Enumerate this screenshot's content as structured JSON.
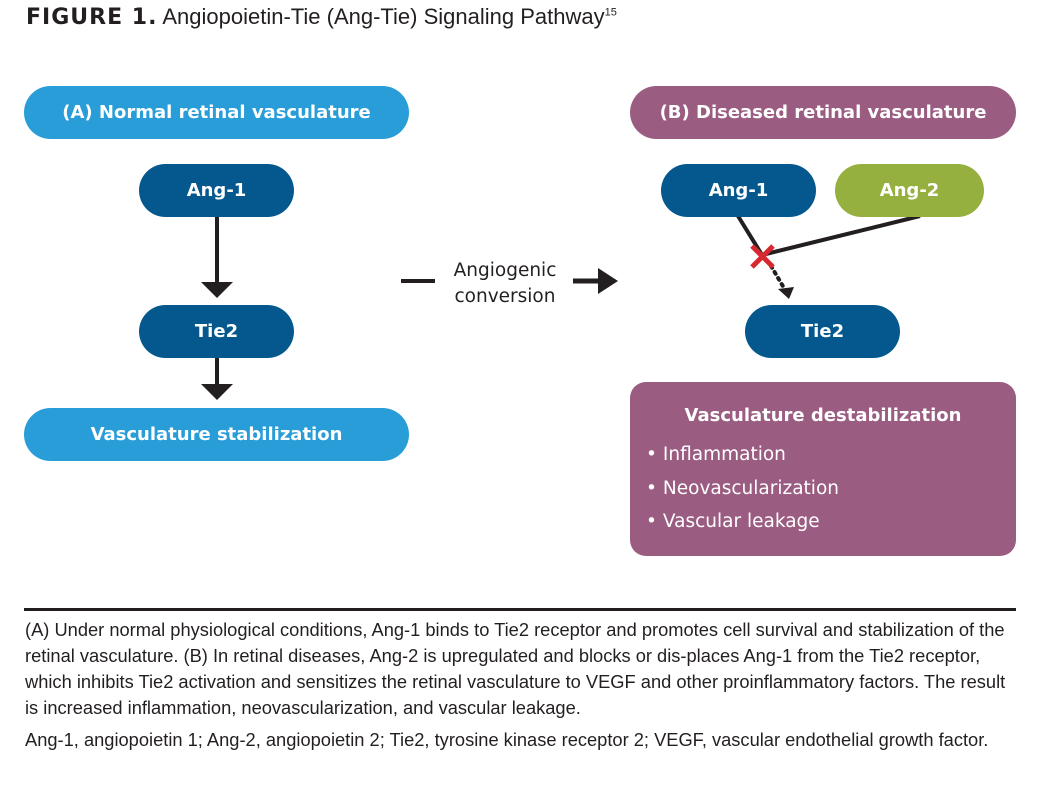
{
  "figure": {
    "label": "FIGURE 1.",
    "title": "Angiopoietin-Tie (Ang-Tie) Signaling Pathway",
    "reference": "15"
  },
  "panel_a": {
    "header": "(A) Normal retinal vasculature",
    "nodes": [
      "Ang-1",
      "Tie2"
    ],
    "outcome": "Vasculature stabilization",
    "color": "#299dd8",
    "node_color": "#05588d"
  },
  "transition": {
    "label_line1": "Angiogenic",
    "label_line2": "conversion"
  },
  "panel_b": {
    "header": "(B) Diseased retinal vasculature",
    "node_ang1": "Ang-1",
    "node_ang2": "Ang-2",
    "node_tie2": "Tie2",
    "outcome_title": "Vasculature destabilization",
    "outcome_items": [
      "Inflammation",
      "Neovascularization",
      "Vascular leakage"
    ],
    "color": "#9b5c81",
    "ang2_color": "#96b03f",
    "block_color": "#d7282f"
  },
  "caption": {
    "paragraph1": "(A) Under normal physiological conditions, Ang-1 binds to Tie2 receptor and promotes cell survival and stabilization of the retinal vasculature. (B) In retinal diseases, Ang-2 is upregulated and blocks or dis-places Ang-1 from the Tie2 receptor, which inhibits Tie2 activation and sensitizes the retinal vasculature to VEGF and other proinflammatory factors. The result is increased inflammation, neovascularization, and vascular leakage.",
    "paragraph2": "Ang-1, angiopoietin 1; Ang-2, angiopoietin 2; Tie2, tyrosine kinase receptor 2; VEGF, vascular endothelial growth factor."
  }
}
